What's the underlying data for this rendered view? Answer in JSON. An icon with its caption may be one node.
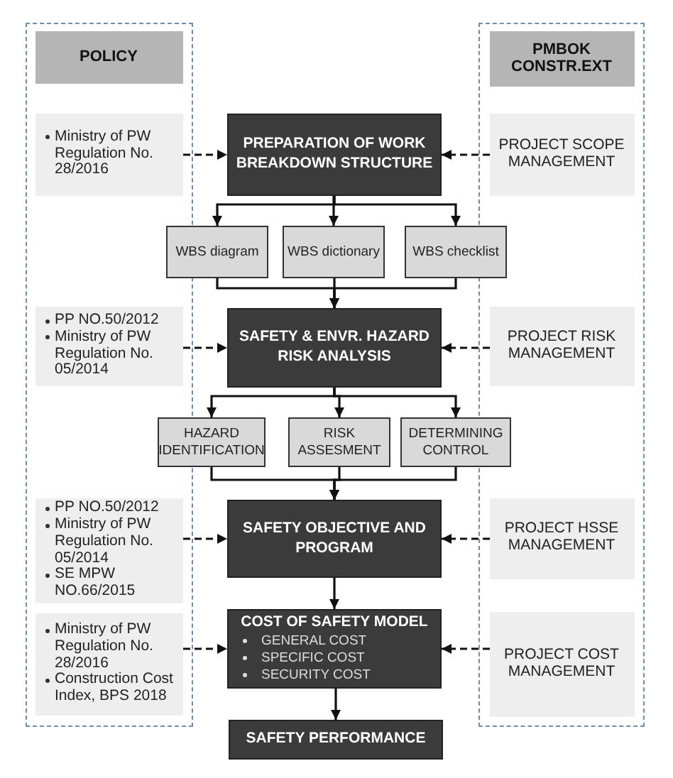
{
  "diagram": {
    "nodes": [
      {
        "text": [],
        "shape": "box"
      },
      {
        "text": [
          "POLICY"
        ],
        "in": 0
      },
      {
        "text": [],
        "shape": "box"
      },
      {
        "text": [
          "PMBOK CONSTR.EXT"
        ],
        "in": 2
      },
      {
        "text": [
          "Ministry of PW Regulation No. 28/2016"
        ],
        "in": 0
      },
      {
        "text": [
          "PREPARATION OF WORK BREAKDOWN STRUCTURE"
        ]
      },
      {
        "text": [
          "PROJECT SCOPE MANAGEMENT"
        ],
        "in": 2
      },
      {
        "text": [
          "WBS diagram"
        ]
      },
      {
        "text": [
          "WBS dictionary"
        ]
      },
      {
        "text": [
          "WBS checklist"
        ]
      },
      {
        "text": [
          "PP NO.50/2012",
          "Ministry of PW Regulation No. 05/2014"
        ],
        "in": 0
      },
      {
        "text": [
          "SAFETY & ENVR. HAZARD RISK ANALYSIS"
        ]
      },
      {
        "text": [
          "PROJECT RISK MANAGEMENT"
        ],
        "in": 2
      },
      {
        "text": [
          "HAZARD IDENTIFICATION"
        ]
      },
      {
        "text": [
          "RISK ASSESMENT"
        ]
      },
      {
        "text": [
          "DETERMINING CONTROL"
        ]
      },
      {
        "text": [
          "PP NO.50/2012",
          "Ministry of PW Regulation No. 05/2014",
          "SE MPW NO.66/2015"
        ],
        "in": 0
      },
      {
        "text": [
          "SAFETY  OBJECTIVE AND PROGRAM"
        ]
      },
      {
        "text": [
          "PROJECT HSSE MANAGEMENT"
        ],
        "in": 2
      },
      {
        "text": [
          "Ministry of PW Regulation No. 28/2016",
          "Construction Cost Index, BPS 2018"
        ],
        "in": 0
      },
      {
        "text": [
          "COST OF SAFETY MODEL",
          "GENERAL COST",
          "SPECIFIC COST",
          "SECURITY COST"
        ]
      },
      {
        "text": [
          "PROJECT COST MANAGEMENT"
        ],
        "in": 2
      },
      {
        "text": [
          "SAFETY PERFORMANCE"
        ]
      }
    ],
    "edges": [
      {
        "from": 4,
        "to": 5,
        "arrow": "to",
        "style": "dashed"
      },
      {
        "from": 6,
        "to": 5,
        "arrow": "to",
        "style": "dashed"
      },
      {
        "from": 5,
        "to": 7,
        "arrow": "to"
      },
      {
        "from": 5,
        "to": 8,
        "arrow": "to"
      },
      {
        "from": 5,
        "to": 9,
        "arrow": "to"
      },
      {
        "from": 7,
        "to": 11,
        "arrow": "to"
      },
      {
        "from": 8,
        "to": 11,
        "arrow": "to"
      },
      {
        "from": 9,
        "to": 11,
        "arrow": "to"
      },
      {
        "from": 10,
        "to": 11,
        "arrow": "to",
        "style": "dashed"
      },
      {
        "from": 12,
        "to": 11,
        "arrow": "to",
        "style": "dashed"
      },
      {
        "from": 11,
        "to": 13,
        "arrow": "to"
      },
      {
        "from": 11,
        "to": 14,
        "arrow": "to"
      },
      {
        "from": 11,
        "to": 15,
        "arrow": "to"
      },
      {
        "from": 13,
        "to": 17,
        "arrow": "to"
      },
      {
        "from": 14,
        "to": 17,
        "arrow": "to"
      },
      {
        "from": 15,
        "to": 17,
        "arrow": "to"
      },
      {
        "from": 16,
        "to": 17,
        "arrow": "to",
        "style": "dashed"
      },
      {
        "from": 18,
        "to": 17,
        "arrow": "to",
        "style": "dashed"
      },
      {
        "from": 17,
        "to": 20,
        "arrow": "to"
      },
      {
        "from": 19,
        "to": 20,
        "arrow": "to",
        "style": "dashed"
      },
      {
        "from": 21,
        "to": 20,
        "arrow": "to",
        "style": "dashed"
      },
      {
        "from": 20,
        "to": 22,
        "arrow": "to"
      }
    ]
  }
}
